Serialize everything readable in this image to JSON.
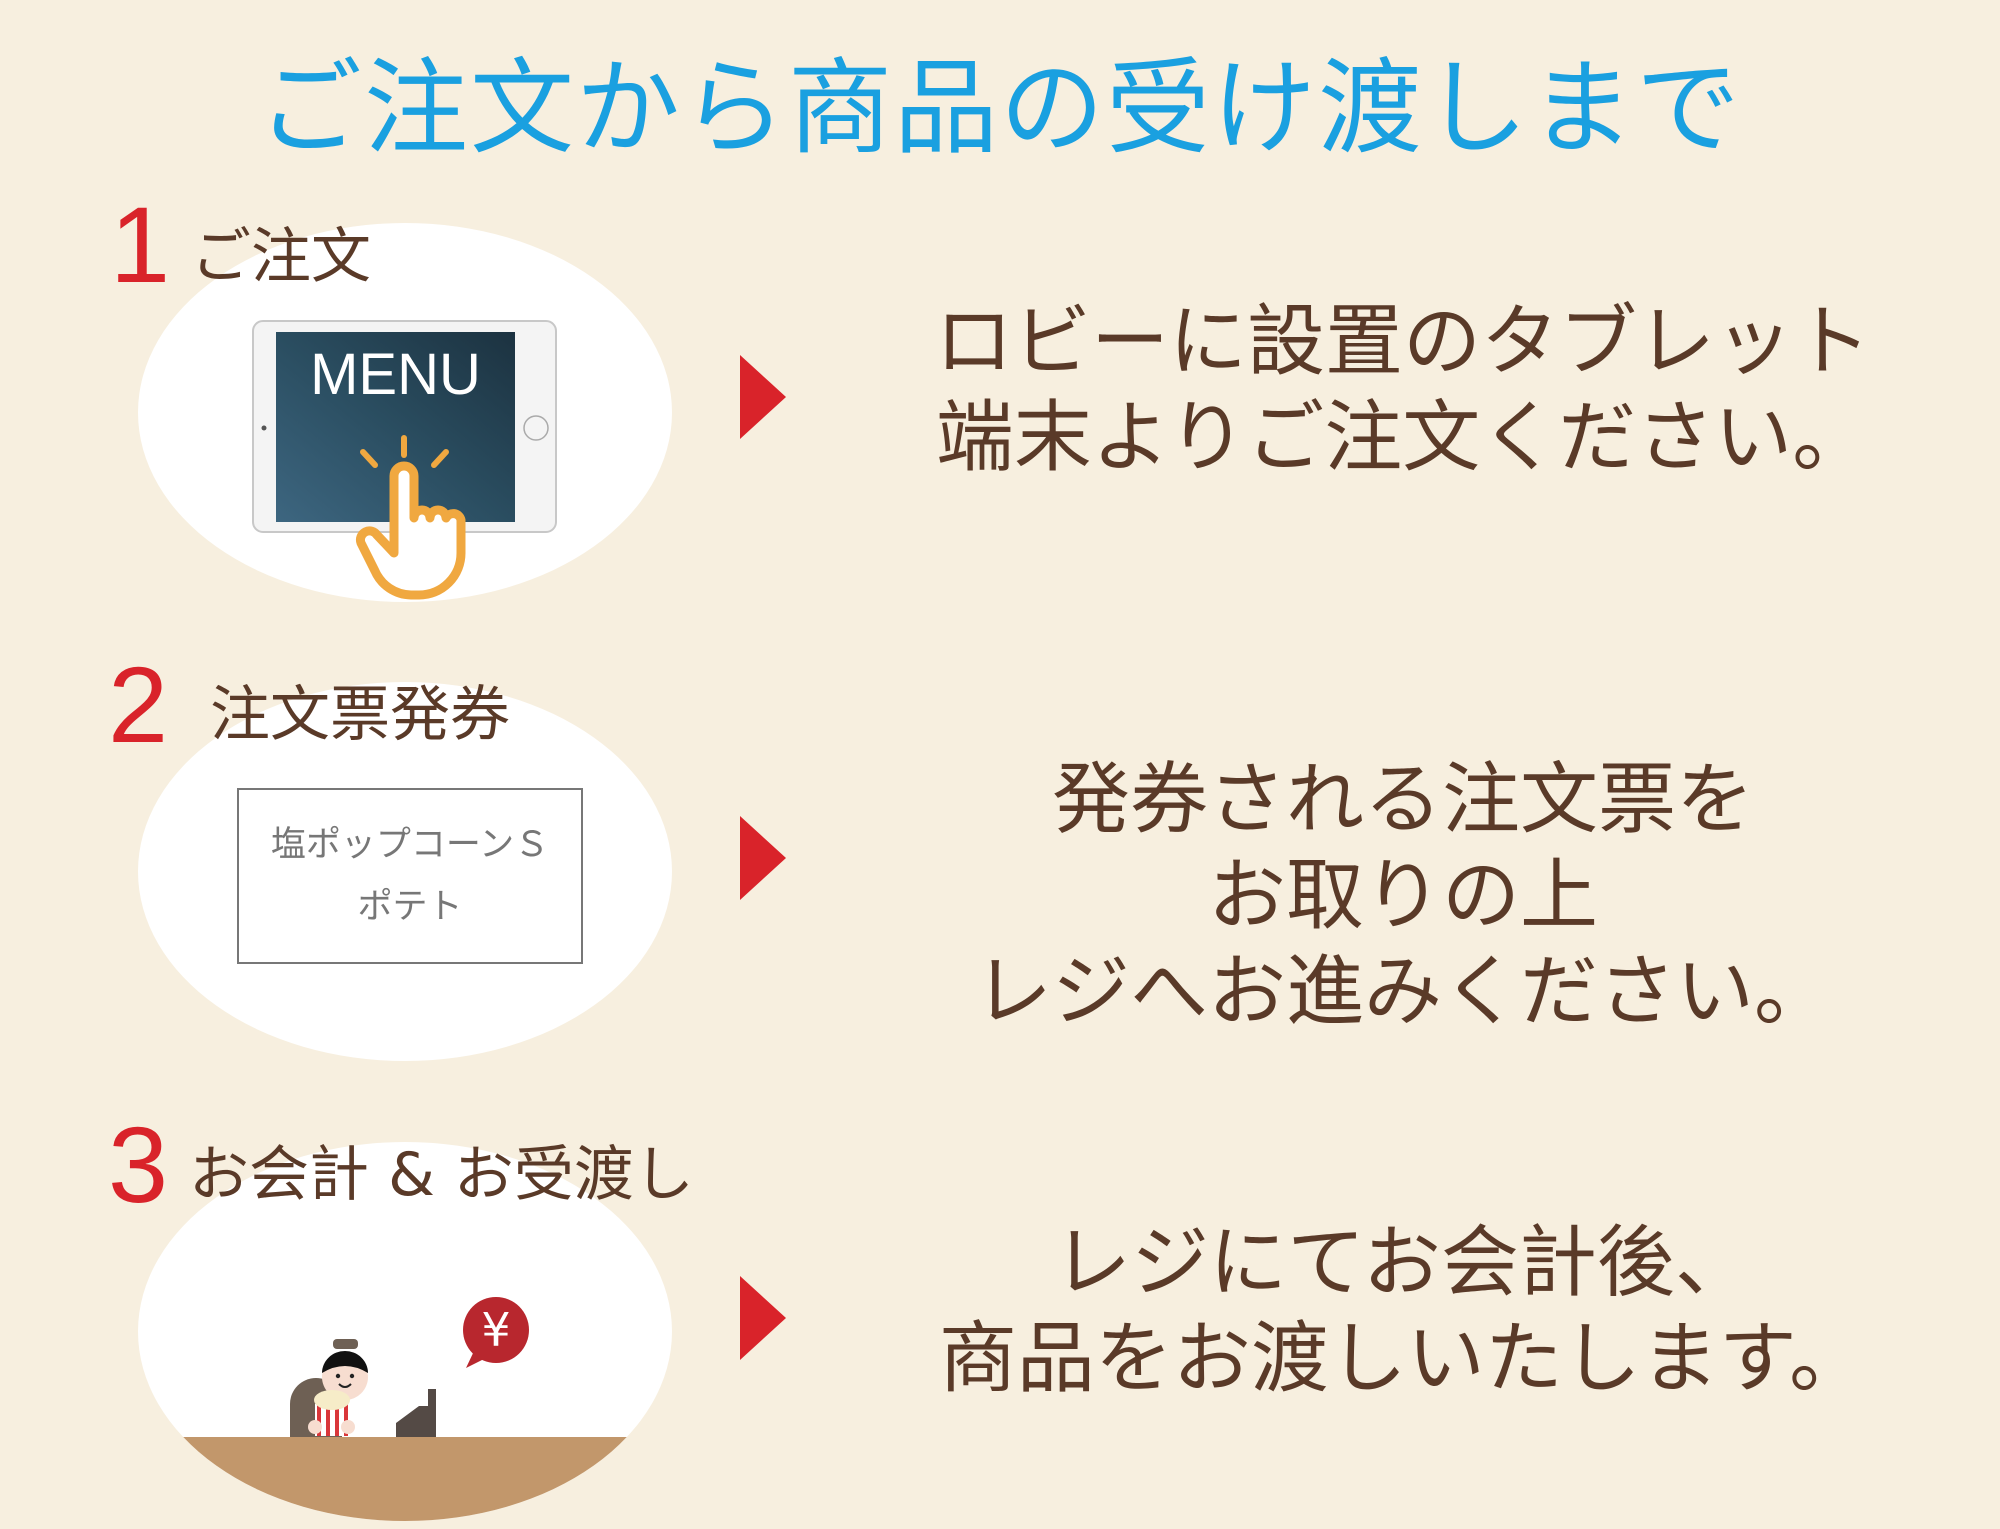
{
  "title": "ご注文から商品の受け渡しまで",
  "steps": [
    {
      "number": "1",
      "label": "ご注文",
      "screen_text": "MENU",
      "description": [
        "ロビーに設置のタブレット",
        "端末よりご注文ください。"
      ]
    },
    {
      "number": "2",
      "label": "注文票発券",
      "ticket_lines": [
        "塩ポップコーンＳ",
        "ポテト"
      ],
      "description": [
        "発券される注文票を",
        "お取りの上",
        "レジへお進みください。"
      ]
    },
    {
      "number": "3",
      "label": "お会計 & お受渡し",
      "bubble_symbol": "¥",
      "description": [
        "レジにてお会計後、",
        "商品をお渡しいたします。"
      ]
    }
  ],
  "colors": {
    "background": "#f7efdf",
    "title": "#1aa0e0",
    "accent": "#d9232a",
    "text": "#5a3a28",
    "counter": "#c2976b"
  }
}
